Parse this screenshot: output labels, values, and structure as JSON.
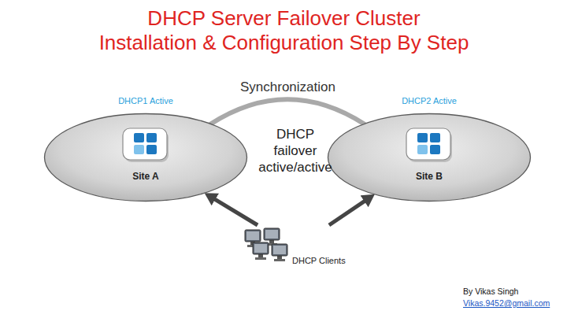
{
  "diagram": {
    "title": "DHCP Server Failover Cluster Installation & Configuration Step By Step",
    "nodes": [
      {
        "text": [
          "DHCP1 Active",
          "Site A"
        ]
      },
      {
        "text": [
          "DHCP2 Active",
          "Site B"
        ]
      },
      {
        "text": [
          "DHCP Clients"
        ]
      }
    ],
    "edges": [
      {
        "from": 0,
        "to": 1,
        "label": "Synchronization",
        "arrow": "none"
      },
      {
        "from": 2,
        "to": 0,
        "arrow": "to"
      },
      {
        "from": 2,
        "to": 1,
        "arrow": "to"
      }
    ],
    "labels": [
      "DHCP failover active/active",
      "By Vikas Singh",
      "Vikas.9452@gmail.com"
    ]
  }
}
